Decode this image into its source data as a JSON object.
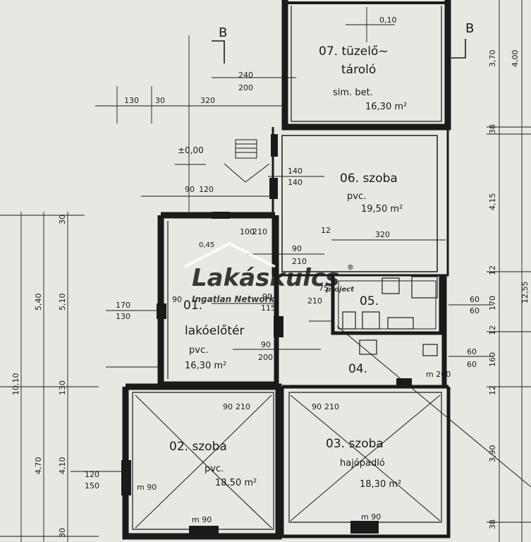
{
  "section_marks": {
    "left": "B",
    "right": "B"
  },
  "rooms": [
    {
      "id": "07",
      "name": "07. tüzelő~",
      "name2": "tároló",
      "floor": "sim. bet.",
      "area": "16,30 m²"
    },
    {
      "id": "06",
      "name": "06. szoba",
      "floor": "pvc.",
      "area": "19,50 m²"
    },
    {
      "id": "05",
      "name": "05."
    },
    {
      "id": "04",
      "name": "04."
    },
    {
      "id": "01",
      "name": "01.",
      "name2": "lakóelőtér",
      "floor": "pvc.",
      "area": "16,30 m²"
    },
    {
      "id": "02",
      "name": "02. szoba",
      "floor": "pvc.",
      "area": "18,50 m²"
    },
    {
      "id": "03",
      "name": "03. szoba",
      "floor": "hajópadló",
      "area": "18,30 m²"
    }
  ],
  "level_mark": "±0,00",
  "dims": {
    "top_010": "0,10",
    "d240": "240",
    "d200a": "200",
    "d130a": "130",
    "d30a": "30",
    "d320a": "320",
    "d140a": "140",
    "d140b": "140",
    "d90a": "90",
    "d120": "120",
    "d12a": "12",
    "d320b": "320",
    "d045": "0,45",
    "d100": "100",
    "d210a": "210",
    "d90b": "90",
    "d210b": "210",
    "d170": "170",
    "d130b": "130",
    "d90c": "90",
    "d90d": "90",
    "d115": "115",
    "d75": "75",
    "d210c": "210",
    "d90e": "90",
    "d200b": "200",
    "d90f": "90",
    "d210d": "210",
    "d90g": "90",
    "d210e": "210",
    "d120b": "120",
    "d150": "150",
    "m90a": "m 90",
    "m90b": "m 90",
    "m90c": "m 90",
    "m200": "m 200",
    "d60a": "60",
    "d60b": "60",
    "d60c": "60",
    "d60d": "60",
    "right_370": "3,70",
    "right_400": "4,00",
    "right_38a": "38",
    "right_415": "4,15",
    "right_12a": "12",
    "right_170": "170",
    "right_12b": "12",
    "right_160": "160",
    "right_12c": "12",
    "right_390": "3,90",
    "right_38b": "38",
    "right_1255": "12,55",
    "left_540": "5,40",
    "left_510": "5,10",
    "left_30a": "30",
    "left_1010": "10,10",
    "left_130": "130",
    "left_470": "4,70",
    "left_410": "4,10",
    "left_30b": "30"
  },
  "watermark": {
    "brand": "Lakáskulcs",
    "sub": "Ingatlan  Network",
    "reg": "®",
    "tag": "project"
  }
}
